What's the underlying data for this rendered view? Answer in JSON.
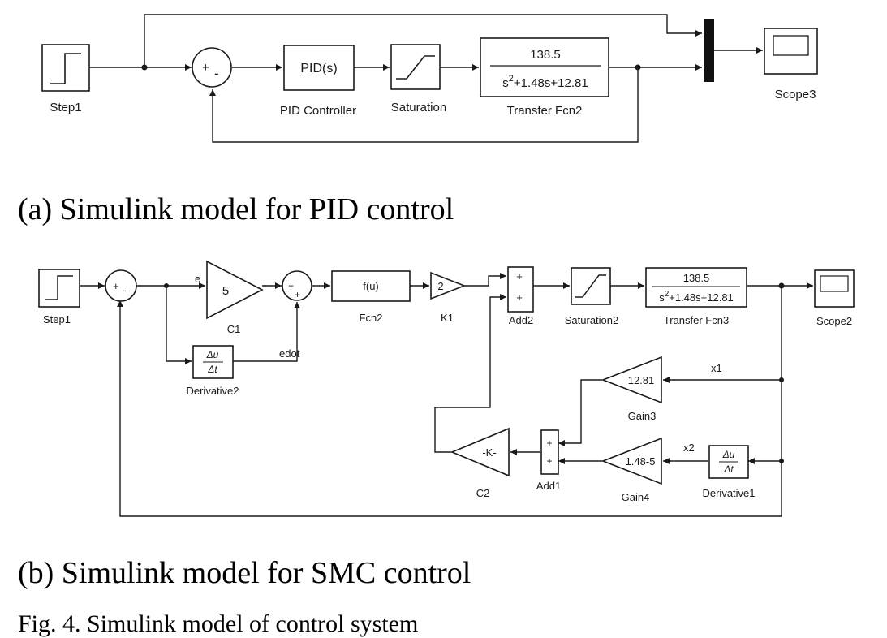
{
  "captions": {
    "a": "(a) Simulink model for PID control",
    "b": "(b) Simulink model for SMC control",
    "fig": "Fig. 4.  Simulink model of control system"
  },
  "pid_model": {
    "step": "Step1",
    "sum_signs": [
      "+",
      "-"
    ],
    "pid_text": "PID(s)",
    "pid_label": "PID Controller",
    "saturation": "Saturation",
    "tf_num": "138.5",
    "tf_den_s": "s",
    "tf_den_exp": "2",
    "tf_den_rest": "+1.48s+12.81",
    "tf_label": "Transfer Fcn2",
    "scope": "Scope3"
  },
  "smc_model": {
    "step": "Step1",
    "sum1_signs": [
      "+",
      "-"
    ],
    "signal_e": "e",
    "c1_value": "5",
    "c1_label": "C1",
    "sum2_signs": [
      "+",
      "+"
    ],
    "deriv2_num": "Δu",
    "deriv2_den": "Δt",
    "deriv2_label": "Derivative2",
    "signal_edot": "edot",
    "fcn_text": "f(u)",
    "fcn_label": "Fcn2",
    "k1_value": "2",
    "k1_label": "K1",
    "add2_signs": [
      "+",
      "+"
    ],
    "add2_label": "Add2",
    "sat_label": "Saturation2",
    "tf_num": "138.5",
    "tf_den_s": "s",
    "tf_den_exp": "2",
    "tf_den_rest": "+1.48s+12.81",
    "tf_label": "Transfer Fcn3",
    "scope": "Scope2",
    "signal_x1": "x1",
    "gain3_value": "12.81",
    "gain3_label": "Gain3",
    "signal_x2": "x2",
    "gain4_value": "1.48-5",
    "gain4_label": "Gain4",
    "deriv1_num": "Δu",
    "deriv1_den": "Δt",
    "deriv1_label": "Derivative1",
    "add1_signs": [
      "+",
      "+"
    ],
    "add1_label": "Add1",
    "c2_value": "-K-",
    "c2_label": "C2"
  }
}
